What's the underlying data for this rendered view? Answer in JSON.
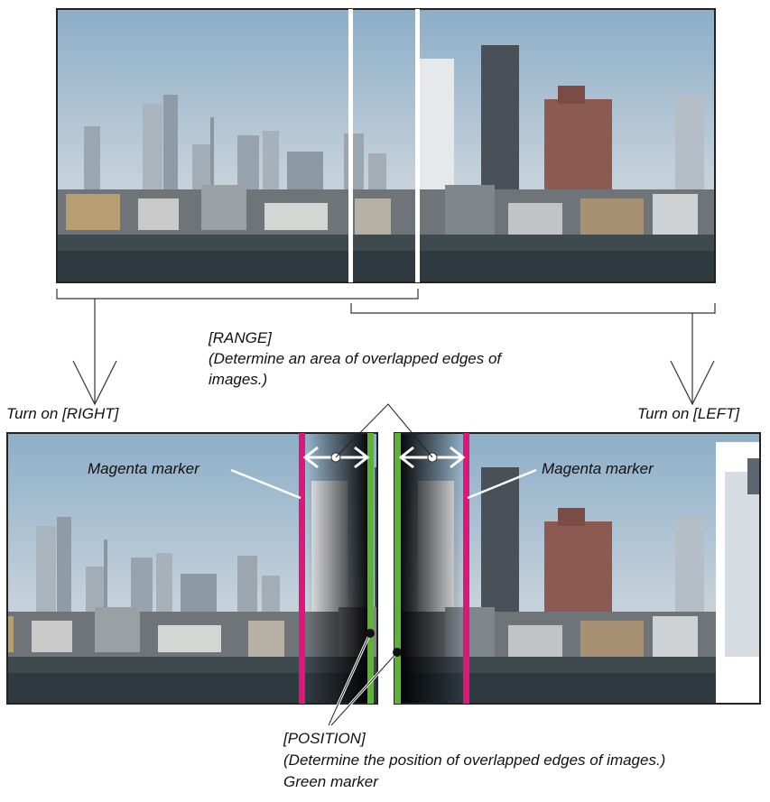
{
  "labels": {
    "turn_on_right": "Turn on [RIGHT]",
    "turn_on_left": "Turn on [LEFT]",
    "range_title": "[RANGE]",
    "range_desc_line1": "(Determine an area of overlapped edges of",
    "range_desc_line2": "images.)",
    "magenta_marker_left": "Magenta marker",
    "magenta_marker_right": "Magenta marker",
    "position_title": "[POSITION]",
    "position_desc": "(Determine the position of overlapped edges of images.)",
    "green_marker": "Green marker"
  },
  "colors": {
    "magenta": "#e0157a",
    "green": "#5cb531",
    "sky_top": "#9bb6cc",
    "sky_bottom": "#c9d4dc",
    "water": "#2e3a40"
  },
  "icons": {
    "range_arrow": "double-headed-arrow-icon",
    "down_arrow": "down-arrow-icon"
  }
}
